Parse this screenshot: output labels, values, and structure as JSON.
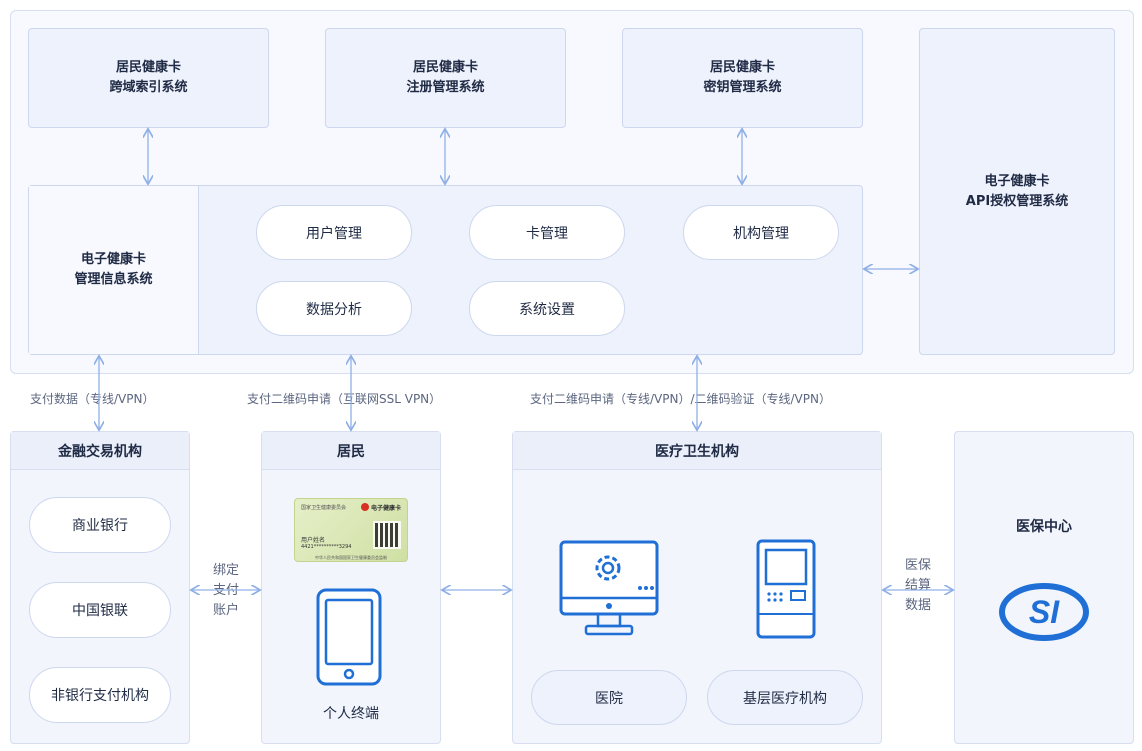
{
  "top": {
    "sys1": [
      "居民健康卡",
      "跨域索引系统"
    ],
    "sys2": [
      "居民健康卡",
      "注册管理系统"
    ],
    "sys3": [
      "居民健康卡",
      "密钥管理系统"
    ],
    "api": [
      "电子健康卡",
      "API授权管理系统"
    ],
    "mgmt_title": [
      "电子健康卡",
      "管理信息系统"
    ],
    "modules": [
      "用户管理",
      "卡管理",
      "机构管理",
      "数据分析",
      "系统设置"
    ]
  },
  "connectors": {
    "finance": "支付数据（专线/VPN）",
    "resident": "支付二维码申请（互联网SSL VPN）",
    "medical": "支付二维码申请（专线/VPN）/二维码验证（专线/VPN）",
    "bind": [
      "绑定",
      "支付",
      "账户"
    ],
    "insurance": [
      "医保",
      "结算",
      "数据"
    ]
  },
  "finance": {
    "title": "金融交易机构",
    "items": [
      "商业银行",
      "中国银联",
      "非银行支付机构"
    ]
  },
  "resident": {
    "title": "居民",
    "card": {
      "issuer": "国家卫生健康委员会",
      "brand": "电子健康卡",
      "name_label": "用户姓名",
      "number": "4421**********3294",
      "footer": "中华人民共和国国家卫生健康委员会监制"
    },
    "terminal": "个人终端"
  },
  "medical": {
    "title": "医疗卫生机构",
    "items": [
      "医院",
      "基层医疗机构"
    ]
  },
  "insurance": {
    "title": "医保中心",
    "logo_text": "SI"
  },
  "colors": {
    "accent": "#1f6fd6",
    "connector": "#8fb0e6",
    "card": "#d9e8b8"
  }
}
